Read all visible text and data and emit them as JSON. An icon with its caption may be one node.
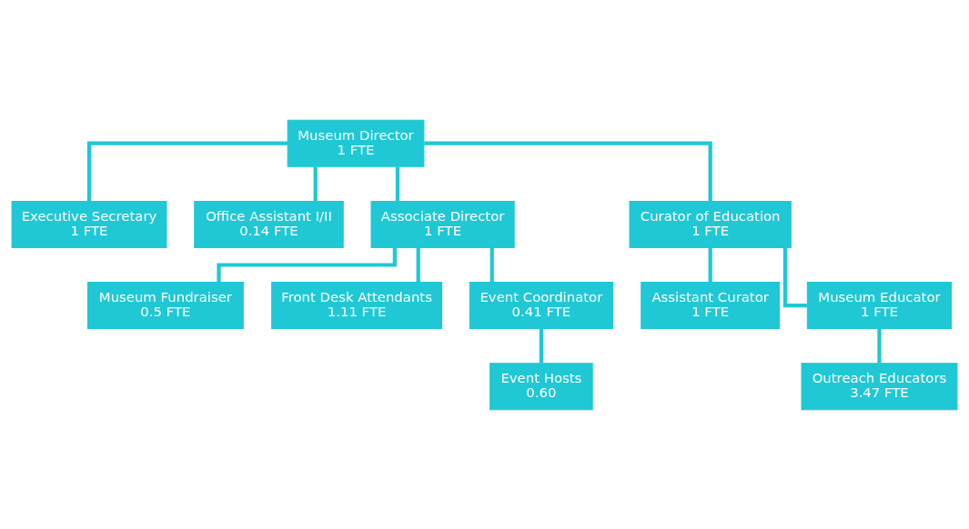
{
  "diagram": {
    "nodes": [
      {
        "text": [
          "Museum Director",
          "1 FTE"
        ]
      },
      {
        "text": [
          "Executive Secretary",
          "1 FTE"
        ]
      },
      {
        "text": [
          "Office Assistant I/II",
          "0.14 FTE"
        ]
      },
      {
        "text": [
          "Associate Director",
          "1 FTE"
        ]
      },
      {
        "text": [
          "Curator of Education",
          "1 FTE"
        ]
      },
      {
        "text": [
          "Museum Fundraiser",
          "0.5 FTE"
        ]
      },
      {
        "text": [
          "Front Desk Attendants",
          "1.11 FTE"
        ]
      },
      {
        "text": [
          "Event Coordinator",
          "0.41 FTE"
        ]
      },
      {
        "text": [
          "Assistant Curator",
          "1 FTE"
        ]
      },
      {
        "text": [
          "Museum Educator",
          "1 FTE"
        ]
      },
      {
        "text": [
          "Event Hosts",
          "0.60"
        ]
      },
      {
        "text": [
          "Outreach Educators",
          "3.47 FTE"
        ]
      }
    ],
    "edges": [
      {
        "from": 0,
        "to": 1,
        "arrow": "none"
      },
      {
        "from": 0,
        "to": 2,
        "arrow": "none"
      },
      {
        "from": 0,
        "to": 3,
        "arrow": "none"
      },
      {
        "from": 0,
        "to": 4,
        "arrow": "none"
      },
      {
        "from": 3,
        "to": 5,
        "arrow": "none"
      },
      {
        "from": 3,
        "to": 6,
        "arrow": "none"
      },
      {
        "from": 3,
        "to": 7,
        "arrow": "none"
      },
      {
        "from": 4,
        "to": 8,
        "arrow": "none"
      },
      {
        "from": 4,
        "to": 9,
        "arrow": "none"
      },
      {
        "from": 7,
        "to": 10,
        "arrow": "none"
      },
      {
        "from": 9,
        "to": 11,
        "arrow": "none"
      }
    ]
  }
}
